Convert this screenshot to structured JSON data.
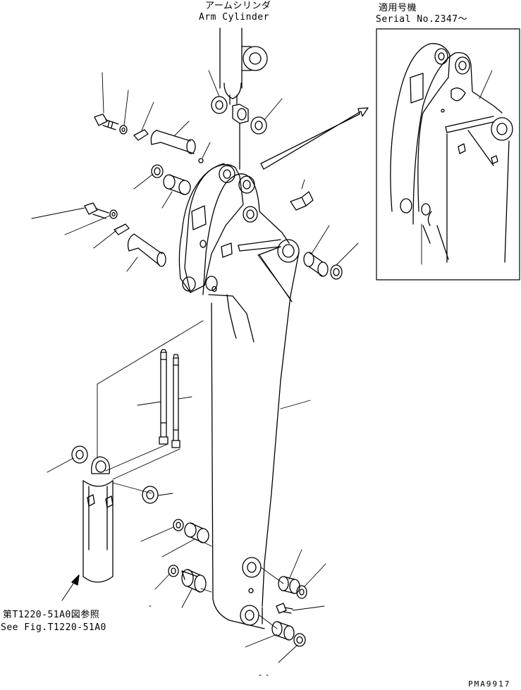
{
  "labels": {
    "arm_cylinder_jp": "アームシリンダ",
    "arm_cylinder_en": "Arm Cylinder",
    "serial_jp": "適用号機",
    "serial_en": "Serial No.2347〜",
    "see_fig_jp": "第T1220-51A0図参照",
    "see_fig_en": "See Fig.T1220-51A0",
    "drawing_code": "PMA9917"
  },
  "colors": {
    "line": "#000000",
    "paper": "#ffffff"
  }
}
